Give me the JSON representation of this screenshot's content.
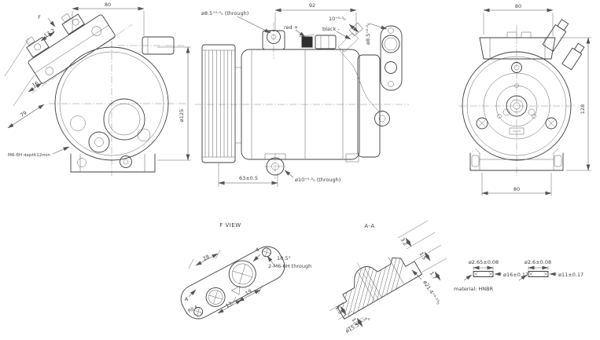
{
  "views": {
    "front": {
      "dim_width": "80",
      "view_arrow": "F",
      "dim_13_2": "13.2",
      "dim_16": "16",
      "dim_79": "79",
      "thread_note": "M6-6H depth12min",
      "dia_125": "ø125"
    },
    "side": {
      "port_top_dia": "ø8.5⁺⁰·³₀ (through)",
      "dim_width": "92",
      "wire_red": "red +",
      "wire_black": "black -",
      "dim_10": "10⁺⁰·³₀",
      "dia_8_5": "ø8.5⁺⁰·³₀",
      "dim_63": "63±0.5",
      "port_bottom_dia": "ø10⁺⁰·³₀ (through)"
    },
    "rear": {
      "dim_width_top": "80",
      "dim_height": "128",
      "dim_width_bottom": "80"
    },
    "f_view": {
      "title": "F VIEW",
      "dim_28": "28",
      "section_a_top": "A",
      "angle": "10.5°",
      "thread_note": "2-M6-6H through",
      "dim_19": "19",
      "dim_17": "17",
      "section_a_bottom": "A",
      "radius": "R0.4"
    },
    "section_aa": {
      "title": "A-A",
      "dim_3_2": "3.2",
      "dim_1_5_top": "1.5",
      "dim_1_7_right": "1.7",
      "dia_21_4": "ø21.4⁺⁰·¹³₀",
      "dim_1_5_bottom": "1.5",
      "dim_1_7_bottom": "1.7",
      "dia_15_5": "ø15.5⁺⁰·⁰⁸₀"
    },
    "orings": {
      "left": {
        "cs_dia": "ø2.65±0.08",
        "ring_dia": "ø16±0.17",
        "material": "material: HNBR"
      },
      "right": {
        "cs_dia": "ø2.6±0.08",
        "ring_dia": "ø11±0.17"
      }
    }
  },
  "colors": {
    "background": "#ffffff",
    "line": "#3f3f3f",
    "dimension": "#555555",
    "connector_cap": "#2f2f2f"
  }
}
